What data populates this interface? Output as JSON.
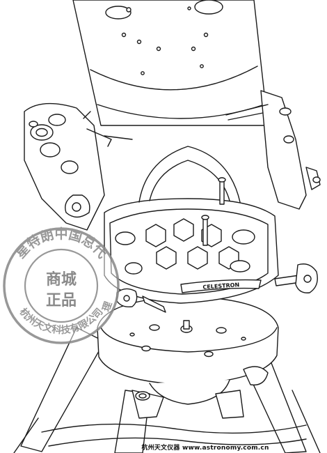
{
  "figure": {
    "brand_label": "CELESTRON"
  },
  "watermark": {
    "ring_text_top": "星特朗中国总代",
    "ring_text_right": "理",
    "ring_text_bottom": "杭州天文科技有限公司",
    "center_line1": "商城",
    "center_line2": "正品",
    "color": "#8a8a8a"
  },
  "footer": {
    "text": "杭州天文仪器 www.astronomy.com.cn"
  }
}
